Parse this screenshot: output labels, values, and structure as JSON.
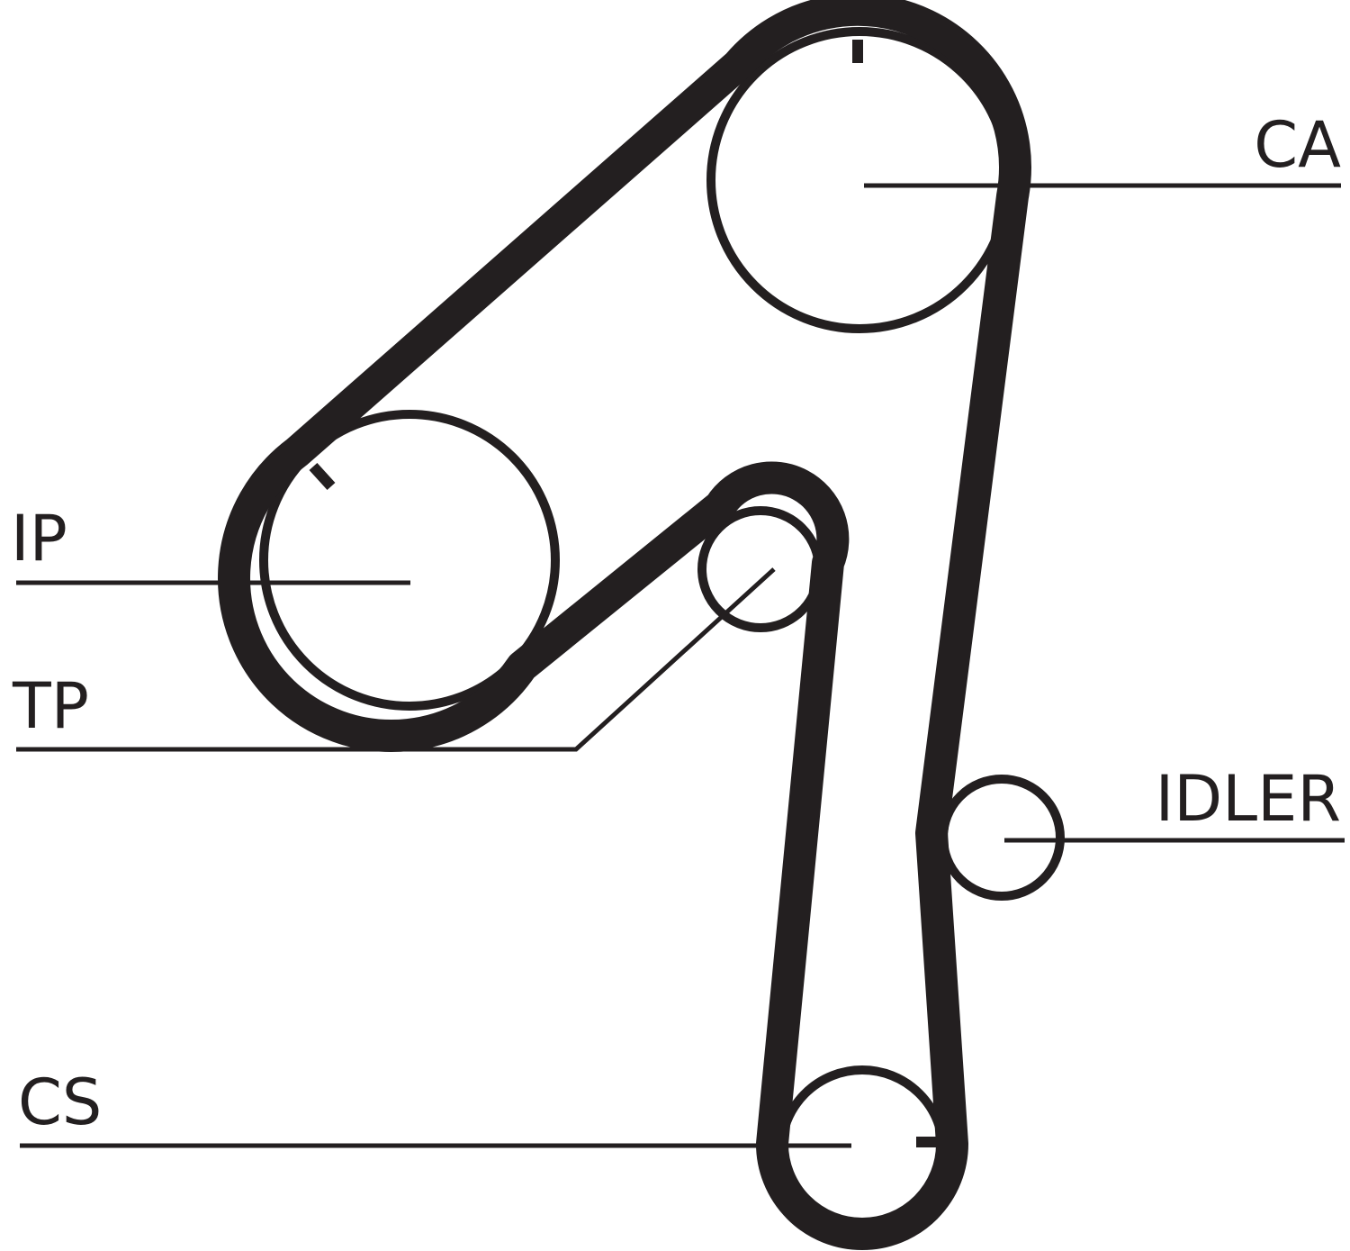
{
  "labels": {
    "ca": "CA",
    "ip": "IP",
    "tp": "TP",
    "idler": "IDLER",
    "cs": "CS"
  },
  "colors": {
    "ink": "#231f20",
    "background": "#ffffff"
  }
}
